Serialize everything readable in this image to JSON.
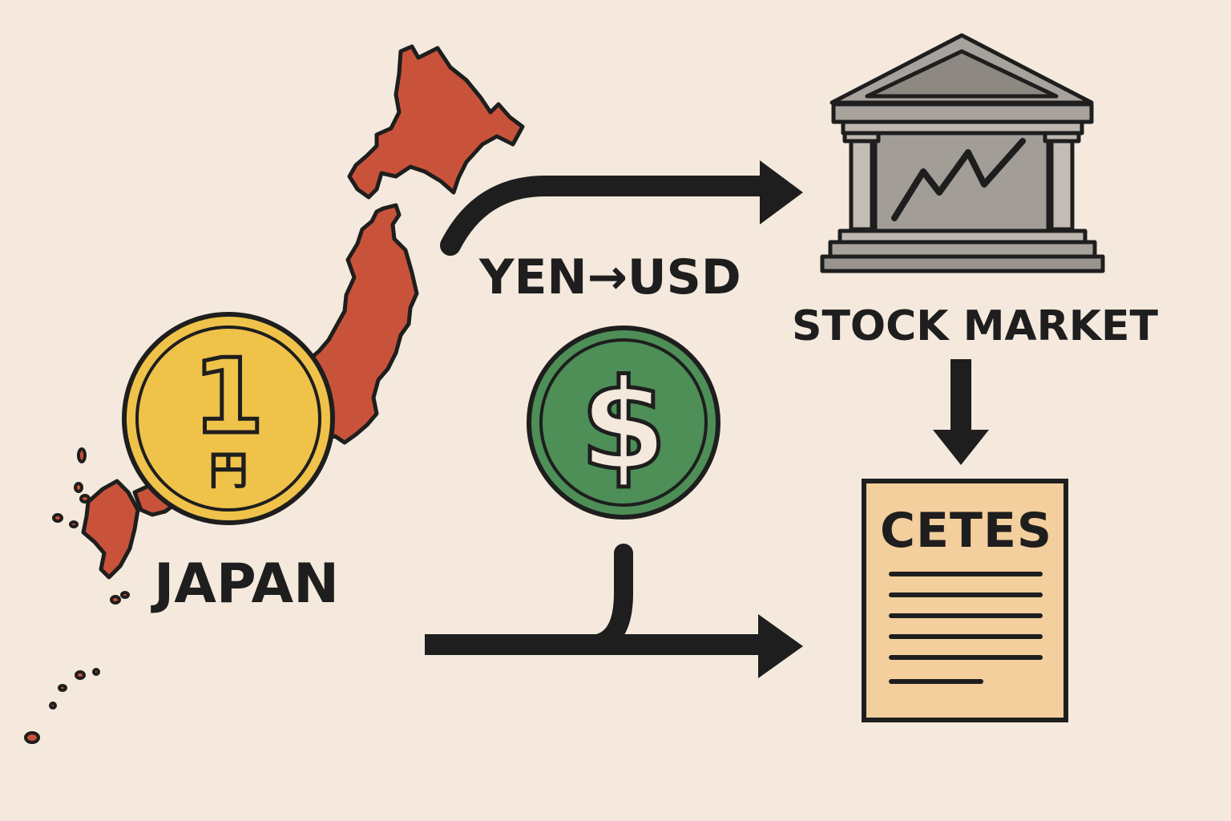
{
  "labels": {
    "japan": "JAPAN",
    "conversion": "YEN→USD",
    "stock_market": "STOCK MARKET",
    "cetes": "CETES"
  },
  "yen_coin": {
    "numeral": "1",
    "kanji": "円",
    "icon": "yen-coin-icon"
  },
  "dollar_coin": {
    "symbol": "$",
    "icon": "dollar-coin-icon"
  },
  "icons": {
    "map": "japan-map-icon",
    "building": "stock-exchange-building-icon",
    "document": "cetes-document-icon"
  },
  "colors": {
    "background": "#f4e9dc",
    "japan_map": "#c9533a",
    "yen_coin": "#efc24a",
    "dollar_coin": "#4d8f57",
    "building": "#a8a29c",
    "document": "#f2cf9c",
    "ink": "#1e1e1e"
  }
}
